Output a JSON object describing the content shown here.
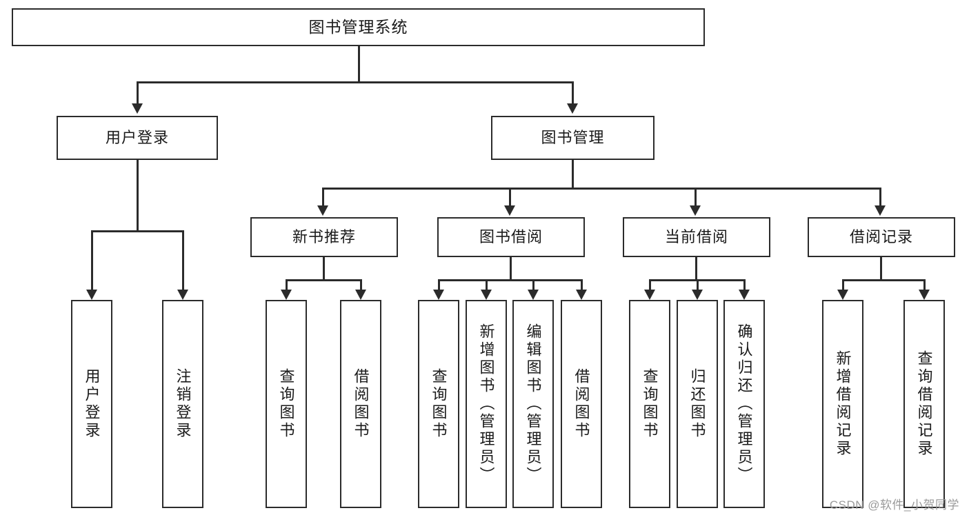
{
  "diagram": {
    "title": "图书管理系统",
    "type": "tree-hierarchy",
    "levels": 4,
    "colors": {
      "box_border": "#2b2b2b",
      "box_fill": "#ffffff",
      "connector": "#2b2b2b",
      "background": "#ffffff",
      "watermark": "#9a9a9a"
    }
  },
  "root": {
    "label": "图书管理系统"
  },
  "level2": [
    {
      "id": "user-login",
      "label": "用户登录"
    },
    {
      "id": "book-manage",
      "label": "图书管理"
    }
  ],
  "level3": [
    {
      "id": "new-book-recommend",
      "label": "新书推荐",
      "parent": "book-manage"
    },
    {
      "id": "book-borrow",
      "label": "图书借阅",
      "parent": "book-manage"
    },
    {
      "id": "current-borrow",
      "label": "当前借阅",
      "parent": "book-manage"
    },
    {
      "id": "borrow-record",
      "label": "借阅记录",
      "parent": "book-manage"
    }
  ],
  "leaves": {
    "user_login": [
      {
        "id": "leaf-user-login",
        "label": "用户登录"
      },
      {
        "id": "leaf-logout-login",
        "label": "注销登录"
      }
    ],
    "new_book_recommend": [
      {
        "id": "leaf-query-book-1",
        "label": "查询图书"
      },
      {
        "id": "leaf-borrow-book-1",
        "label": "借阅图书"
      }
    ],
    "book_borrow": [
      {
        "id": "leaf-query-book-2",
        "label": "查询图书"
      },
      {
        "id": "leaf-add-book",
        "label": "新增图书（管理员）"
      },
      {
        "id": "leaf-edit-book",
        "label": "编辑图书（管理员）"
      },
      {
        "id": "leaf-borrow-book-2",
        "label": "借阅图书"
      }
    ],
    "current_borrow": [
      {
        "id": "leaf-query-book-3",
        "label": "查询图书"
      },
      {
        "id": "leaf-return-book",
        "label": "归还图书"
      },
      {
        "id": "leaf-confirm-return",
        "label": "确认归还（管理员）"
      }
    ],
    "borrow_record": [
      {
        "id": "leaf-add-record",
        "label": "新增借阅记录"
      },
      {
        "id": "leaf-query-record",
        "label": "查询借阅记录"
      }
    ]
  },
  "watermark": {
    "text": "CSDN @软件_小贺同学"
  }
}
